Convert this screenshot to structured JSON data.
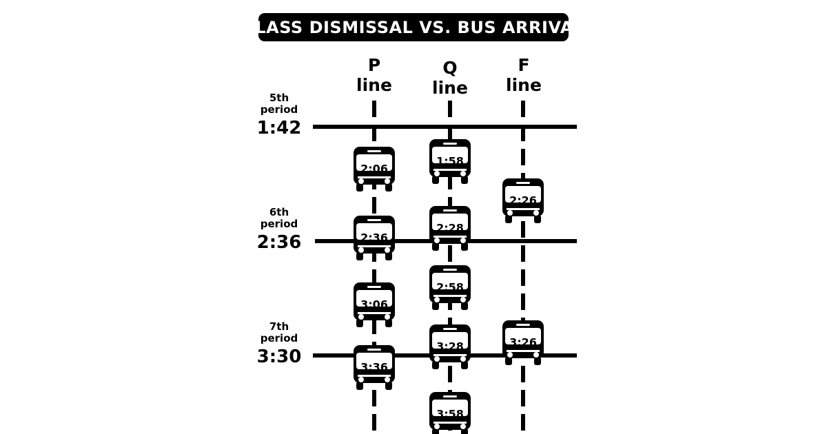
{
  "title": "CLASS DISMISSAL VS. BUS ARRIVAL",
  "lines": [
    {
      "id": "P",
      "name": "P",
      "suffix": "line"
    },
    {
      "id": "Q",
      "name": "Q",
      "suffix": "line"
    },
    {
      "id": "F",
      "name": "F",
      "suffix": "line"
    }
  ],
  "periods": [
    {
      "name": "5th",
      "word": "period",
      "time": "1:42"
    },
    {
      "name": "6th",
      "word": "period",
      "time": "2:36"
    },
    {
      "name": "7th",
      "word": "period",
      "time": "3:30"
    }
  ],
  "buses": [
    {
      "line": "P",
      "time": "2:06"
    },
    {
      "line": "P",
      "time": "2:36"
    },
    {
      "line": "P",
      "time": "3:06"
    },
    {
      "line": "P",
      "time": "3:36"
    },
    {
      "line": "Q",
      "time": "1:58"
    },
    {
      "line": "Q",
      "time": "2:28"
    },
    {
      "line": "Q",
      "time": "2:58"
    },
    {
      "line": "Q",
      "time": "3:28"
    },
    {
      "line": "Q",
      "time": "3:58"
    },
    {
      "line": "F",
      "time": "2:26"
    },
    {
      "line": "F",
      "time": "3:26"
    }
  ],
  "icons": {
    "bus": "bus-icon"
  },
  "colors": {
    "ink": "#000000",
    "background": "#ffffff"
  }
}
